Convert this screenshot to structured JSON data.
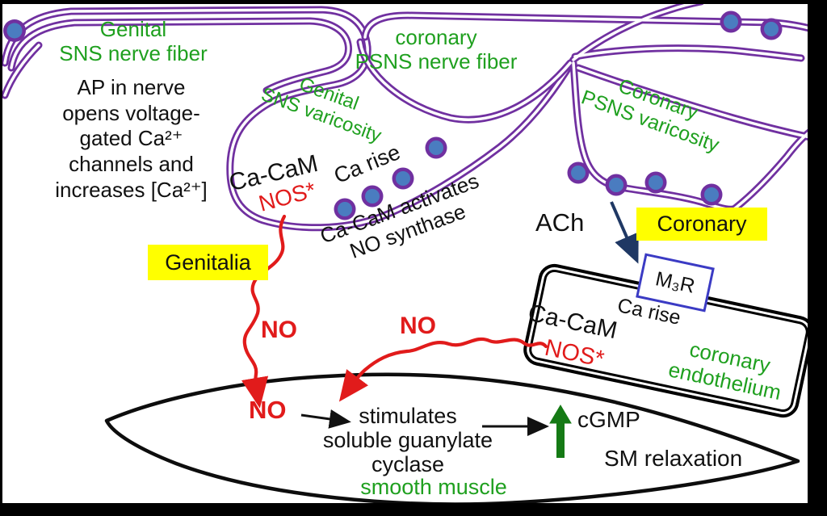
{
  "title": "NO-mediated smooth muscle relaxation pathway diagram",
  "labels": {
    "genital_fiber": "Genital\nSNS nerve fiber",
    "ap_note": "AP  in nerve\nopens voltage-\ngated Ca²⁺\nchannels and\nincreases [Ca²⁺]",
    "genital_varicosity": "Genital\nSNS varicosity",
    "ca_cam_genital": "Ca-CaM",
    "nos_genital": "NOS*",
    "ca_rise_genital": "Ca rise",
    "ca_cam_activates": "Ca-CaM activates\nNO synthase",
    "coronary_fiber": "coronary\nPSNS nerve fiber",
    "coronary_varicosity": "Coronary\nPSNS varicosity",
    "ach": "ACh",
    "coronary_tag": "Coronary",
    "genitalia_tag": "Genitalia",
    "m3r": "M₃R",
    "ca_rise_endo": "Ca rise",
    "ca_cam_endo": "Ca-CaM",
    "nos_endo": "NOS*",
    "endothelium": "coronary\nendothelium",
    "no_release_genital": "NO",
    "no_release_coronary": "NO",
    "no_in_muscle": "NO",
    "sgc": "stimulates\nsoluble guanylate\ncyclase",
    "smooth_muscle": "smooth muscle",
    "cgmp": "cGMP",
    "sm_relaxation": "SM relaxation"
  },
  "colors": {
    "fiber_purple": "#7030A0",
    "vesicle_blue": "#4a7cc0",
    "text_green": "#1fa01f",
    "signal_red": "#e11b1b",
    "highlight_yellow": "#ffff00",
    "receptor_arrow_navy": "#1f3864",
    "cgmp_arrow_green": "#157a15",
    "outline_black": "#111111"
  }
}
